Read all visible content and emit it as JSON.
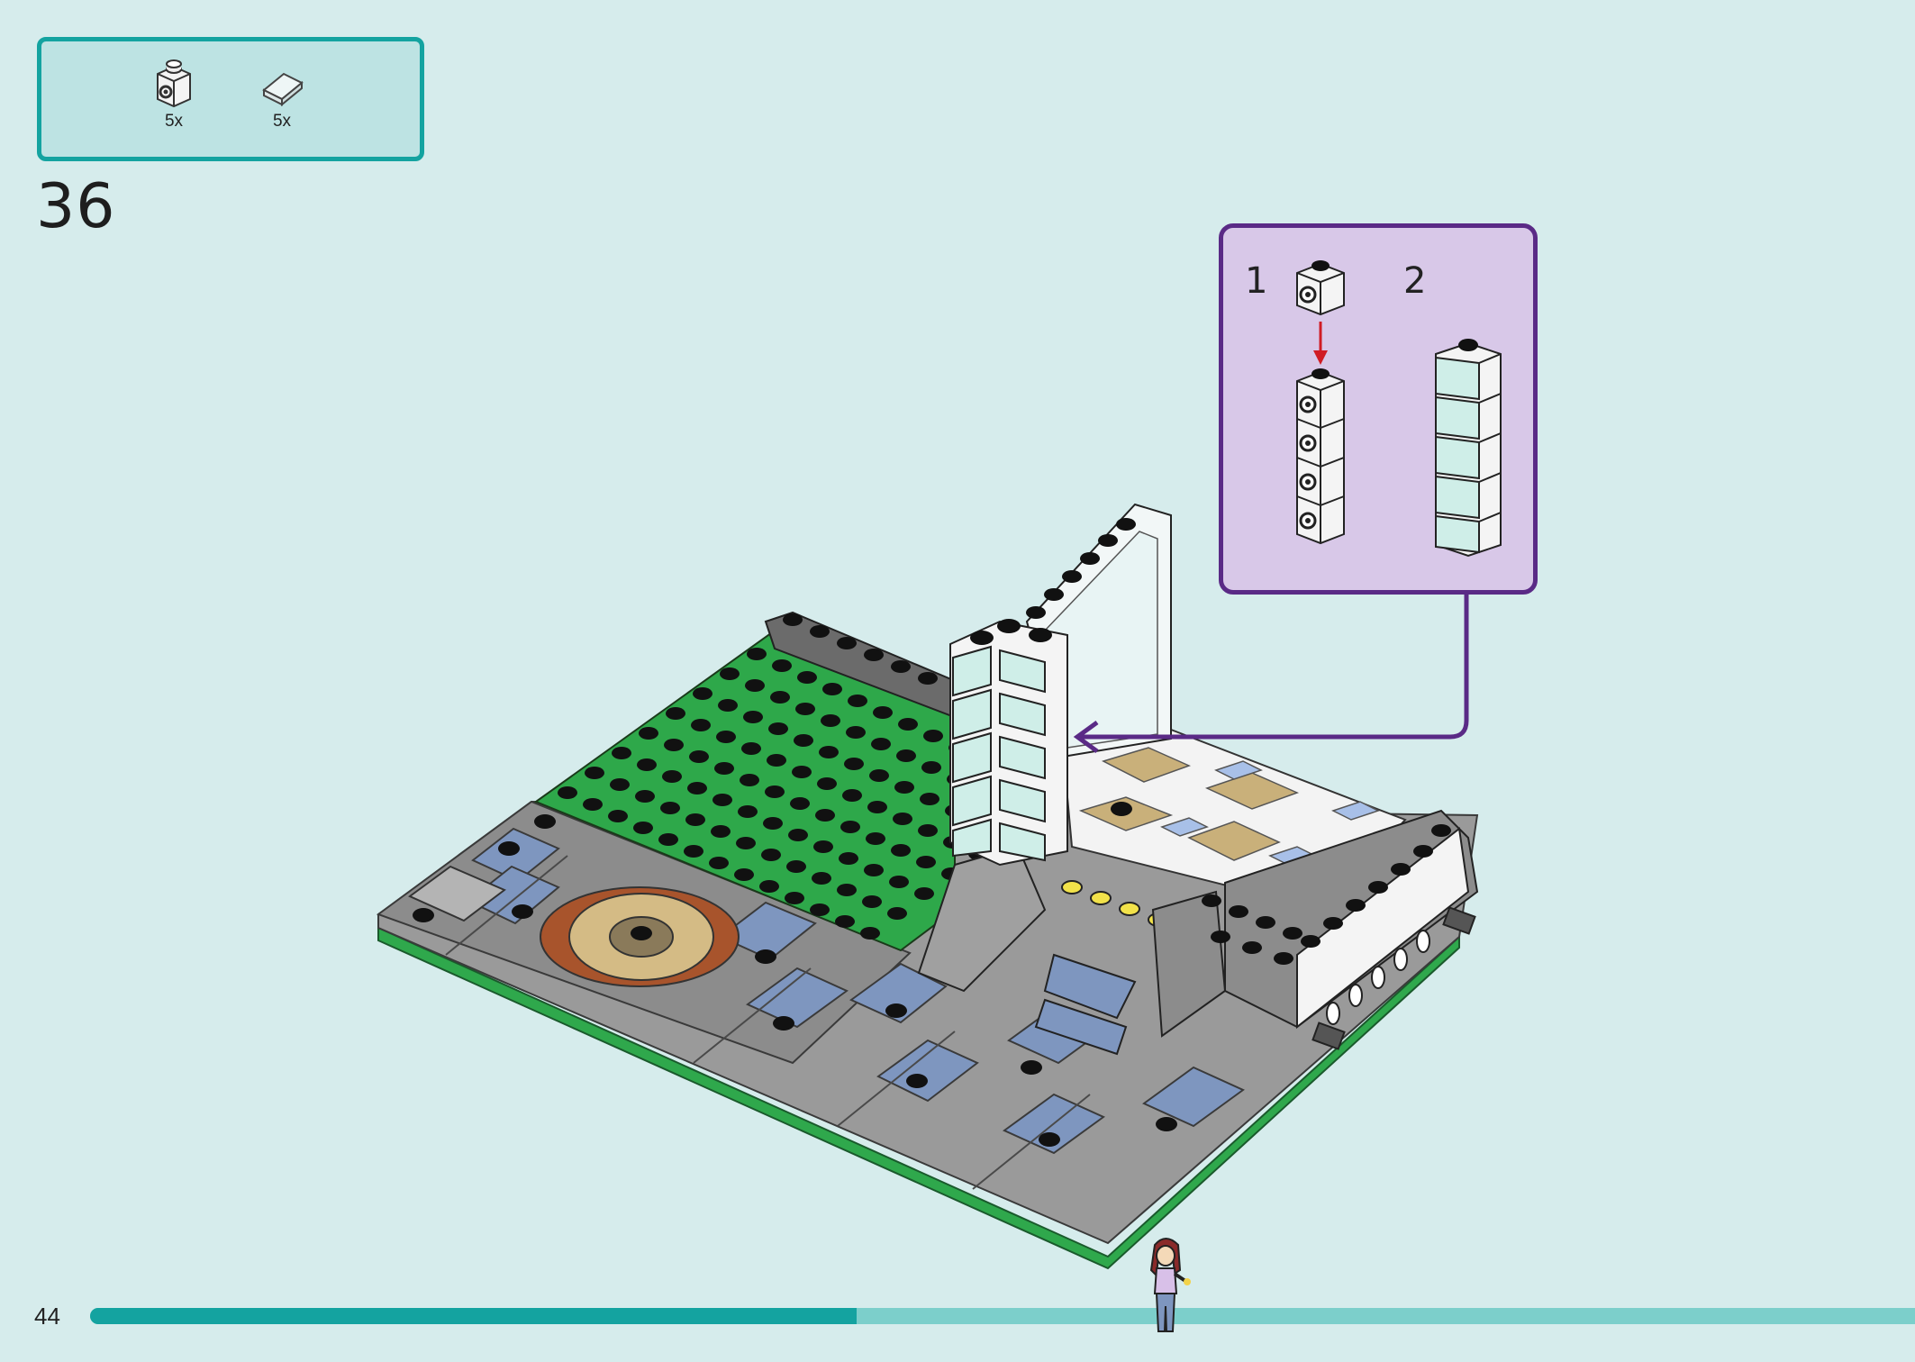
{
  "parts_list": {
    "items": [
      {
        "icon": "white-brick-1x1-with-stud-on-side",
        "quantity": "5x"
      },
      {
        "icon": "trans-light-blue-tile-1x1",
        "quantity": "5x"
      }
    ]
  },
  "step": {
    "number": "36"
  },
  "callout": {
    "substeps": [
      {
        "number": "1"
      },
      {
        "number": "2"
      }
    ]
  },
  "footer": {
    "page_number": "44",
    "progress": 0.42
  },
  "colors": {
    "background": "#d6ecec",
    "parts_border": "#14a3a0",
    "callout_border": "#5a2a86",
    "callout_fill": "#d8c8e8",
    "progress_fill": "#14a3a0",
    "progress_track": "#7ccfcb",
    "arrow_red": "#d01c24"
  }
}
